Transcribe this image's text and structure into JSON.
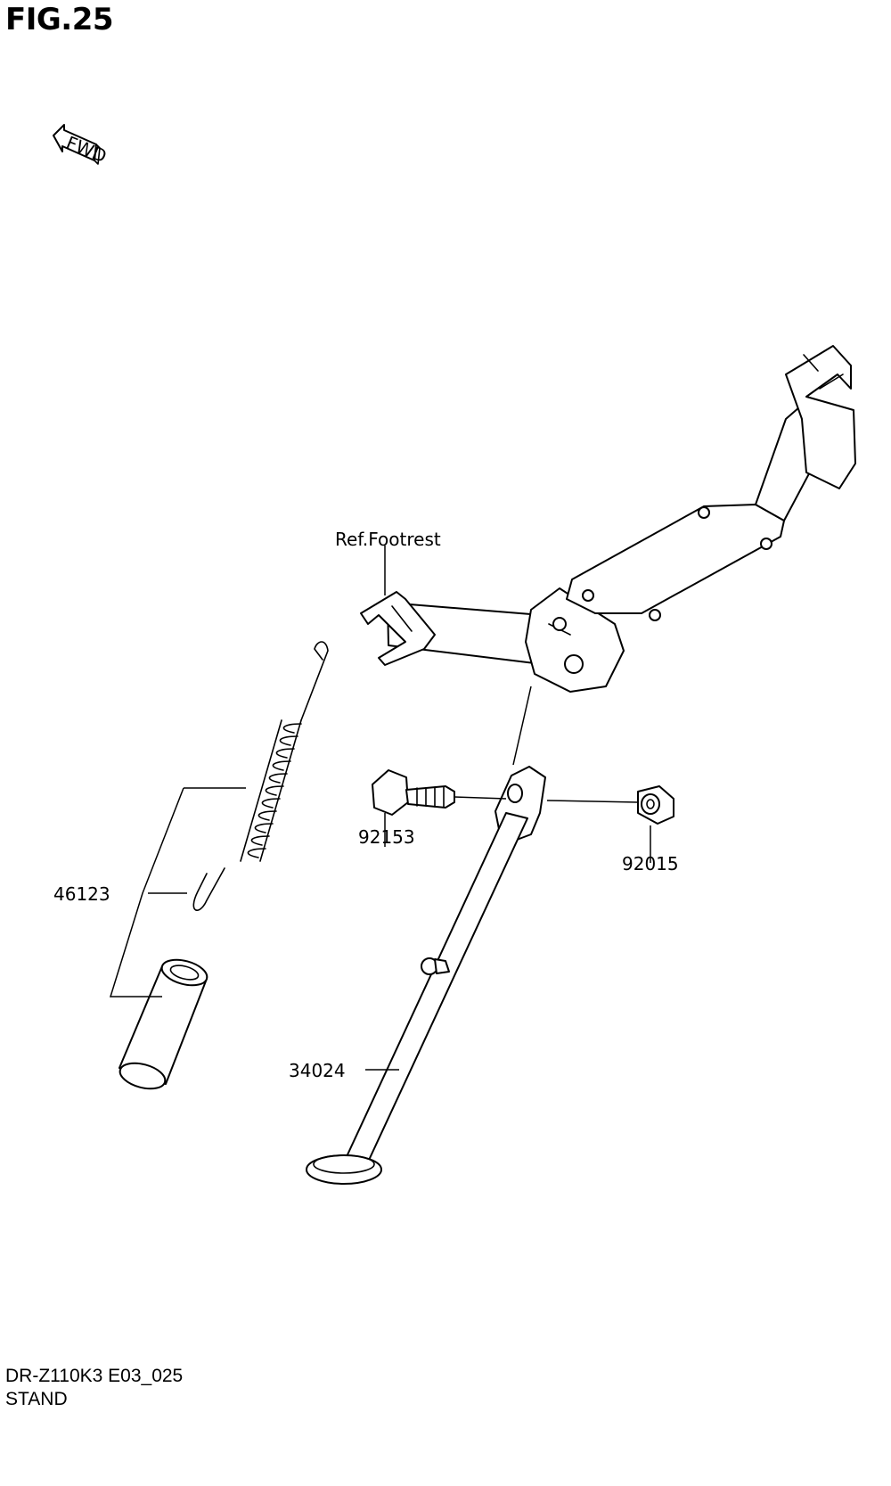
{
  "figure": {
    "title": "FIG.25"
  },
  "fwd_badge": {
    "text": "FWD"
  },
  "callouts": {
    "ref_footrest": "Ref.Footrest",
    "part_92153": "92153",
    "part_92015": "92015",
    "part_46123": "46123",
    "part_34024": "34024"
  },
  "footer": {
    "model_code": "DR-Z110K3 E03_025",
    "section_name": "STAND"
  }
}
